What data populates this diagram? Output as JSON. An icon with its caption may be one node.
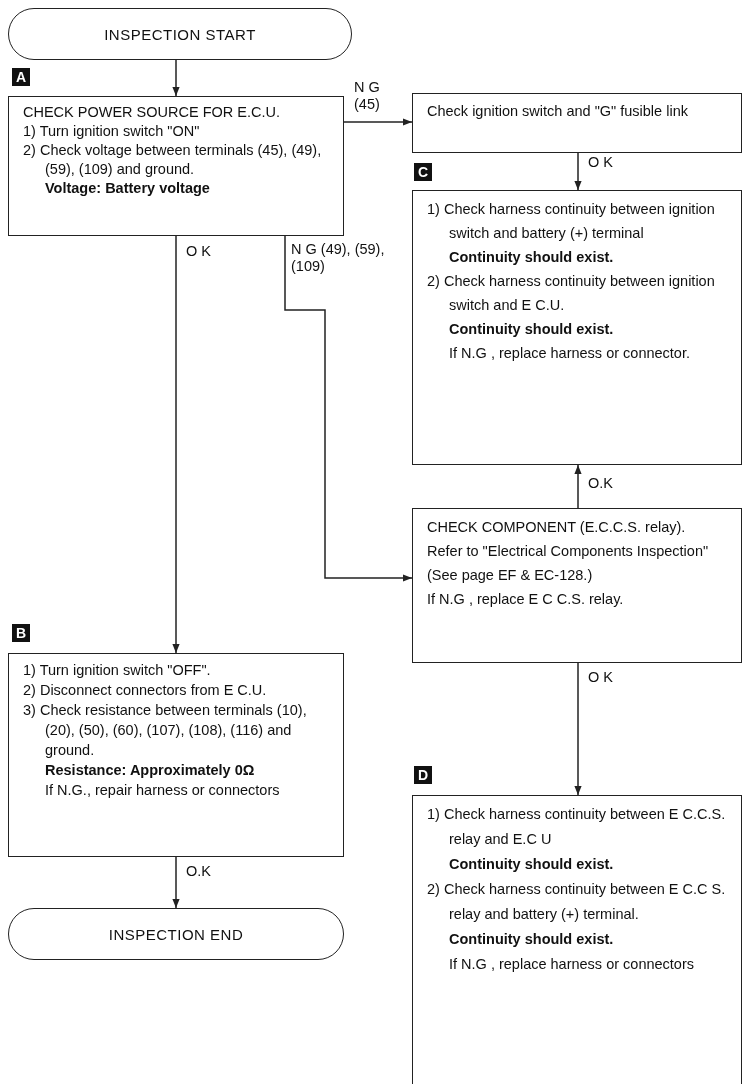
{
  "diagram": {
    "nodes": [
      {
        "text": [
          "INSPECTION START"
        ]
      },
      {
        "text": [
          "CHECK POWER SOURCE FOR E.C.U.",
          "1) Turn ignition switch \"ON\"",
          "2) Check voltage between terminals (45), (49), (59), (109) and ground.",
          "**Voltage:  Battery voltage**"
        ],
        "beside": [
          "A"
        ]
      },
      {
        "text": [
          "Check ignition switch and \"G\" fusible link"
        ]
      },
      {
        "text": [
          "1) Check harness continuity between ignition switch and battery (+) terminal",
          "**Continuity should exist.**",
          "2) Check harness continuity between ignition switch and E C.U.",
          "**Continuity should exist.**",
          "If N.G , replace harness or connector."
        ],
        "beside": [
          "C"
        ]
      },
      {
        "text": [
          "1) Turn ignition switch \"OFF\".",
          "2) Disconnect connectors from E C.U.",
          "3) Check resistance between terminals (10), (20), (50), (60), (107), (108), (116) and ground.",
          "**Resistance: Approximately 0Ω**",
          "If N.G., repair harness or connectors"
        ],
        "beside": [
          "B"
        ]
      },
      {
        "text": [
          "INSPECTION END"
        ]
      },
      {
        "text": [
          "CHECK COMPONENT (E.C.C.S. relay).",
          "Refer to \"Electrical Components Inspection\"",
          "(See page EF & EC-128.)",
          "If N.G , replace E C C.S. relay."
        ]
      },
      {
        "text": [
          "1) Check harness continuity between E C.C.S. relay and E.C U",
          "**Continuity should exist.**",
          "2) Check harness continuity between E C.C S. relay and battery (+) terminal.",
          "**Continuity should exist.**",
          "If N.G , replace harness or connectors"
        ],
        "beside": [
          "D"
        ]
      }
    ],
    "edges": [
      {
        "from": 0,
        "to": 1,
        "arrow": "to"
      },
      {
        "from": 1,
        "to": 2,
        "arrow": "to",
        "label": "N G (45)"
      },
      {
        "from": 1,
        "to": 4,
        "arrow": "to",
        "label": "O K"
      },
      {
        "from": 1,
        "to": 6,
        "arrow": "to",
        "label": "N G (49), (59), (109)"
      },
      {
        "from": 2,
        "to": 3,
        "arrow": "to",
        "label": "O K"
      },
      {
        "from": 6,
        "to": 3,
        "arrow": "to",
        "label": "O.K"
      },
      {
        "from": 6,
        "to": 7,
        "arrow": "to",
        "label": "O K"
      },
      {
        "from": 4,
        "to": 5,
        "arrow": "to",
        "label": "O.K"
      }
    ]
  }
}
